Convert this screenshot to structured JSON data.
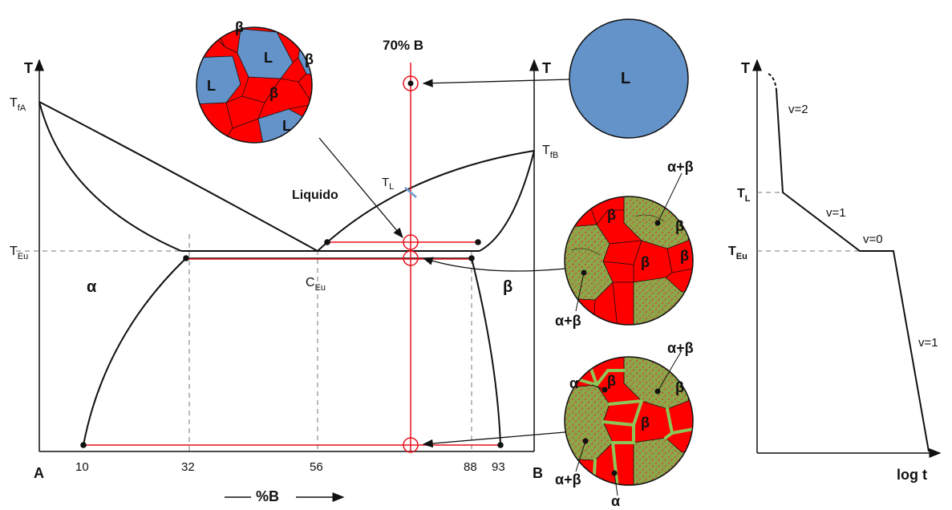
{
  "phase_diagram": {
    "axis_T": "T",
    "axis_T_right": "T",
    "label_TfA_main": "T",
    "label_TfA_sub": "fA",
    "label_TfB_main": "T",
    "label_TfB_sub": "fB",
    "label_TEu_main": "T",
    "label_TEu_sub": "Eu",
    "label_CEu_main": "C",
    "label_CEu_sub": "Eu",
    "label_TL_main": "T",
    "label_TL_sub": "L",
    "composition_label": "70% B",
    "liquid_label": "Liquido",
    "alpha_label": "α",
    "beta_label": "β",
    "component_A": "A",
    "component_B": "B",
    "x_axis_label": "%B",
    "ticks": [
      "10",
      "32",
      "56",
      "88",
      "93"
    ]
  },
  "micrographs": {
    "liquid_circle": {
      "label": "L"
    },
    "mixed_circle": {
      "labels": [
        "β",
        "L",
        "β",
        "L",
        "β",
        "L"
      ]
    },
    "eutectic_circle": {
      "labels": [
        "β",
        "α+β",
        "β",
        "β",
        "β",
        "α+β"
      ]
    },
    "final_circle": {
      "labels": [
        "α",
        "β",
        "α+β",
        "β",
        "β",
        "α+β",
        "α"
      ]
    },
    "colors": {
      "liquid": "#6393c9",
      "beta": "#ff0000",
      "eutectic": "#7fa63a",
      "alpha_film": "#8dc657"
    }
  },
  "cooling_curve": {
    "axis_T": "T",
    "axis_t": "log t",
    "label_TL_main": "T",
    "label_TL_sub": "L",
    "label_TEu_main": "T",
    "label_TEu_sub": "Eu",
    "segments": [
      "v=2",
      "v=1",
      "v=0",
      "v=1"
    ]
  }
}
